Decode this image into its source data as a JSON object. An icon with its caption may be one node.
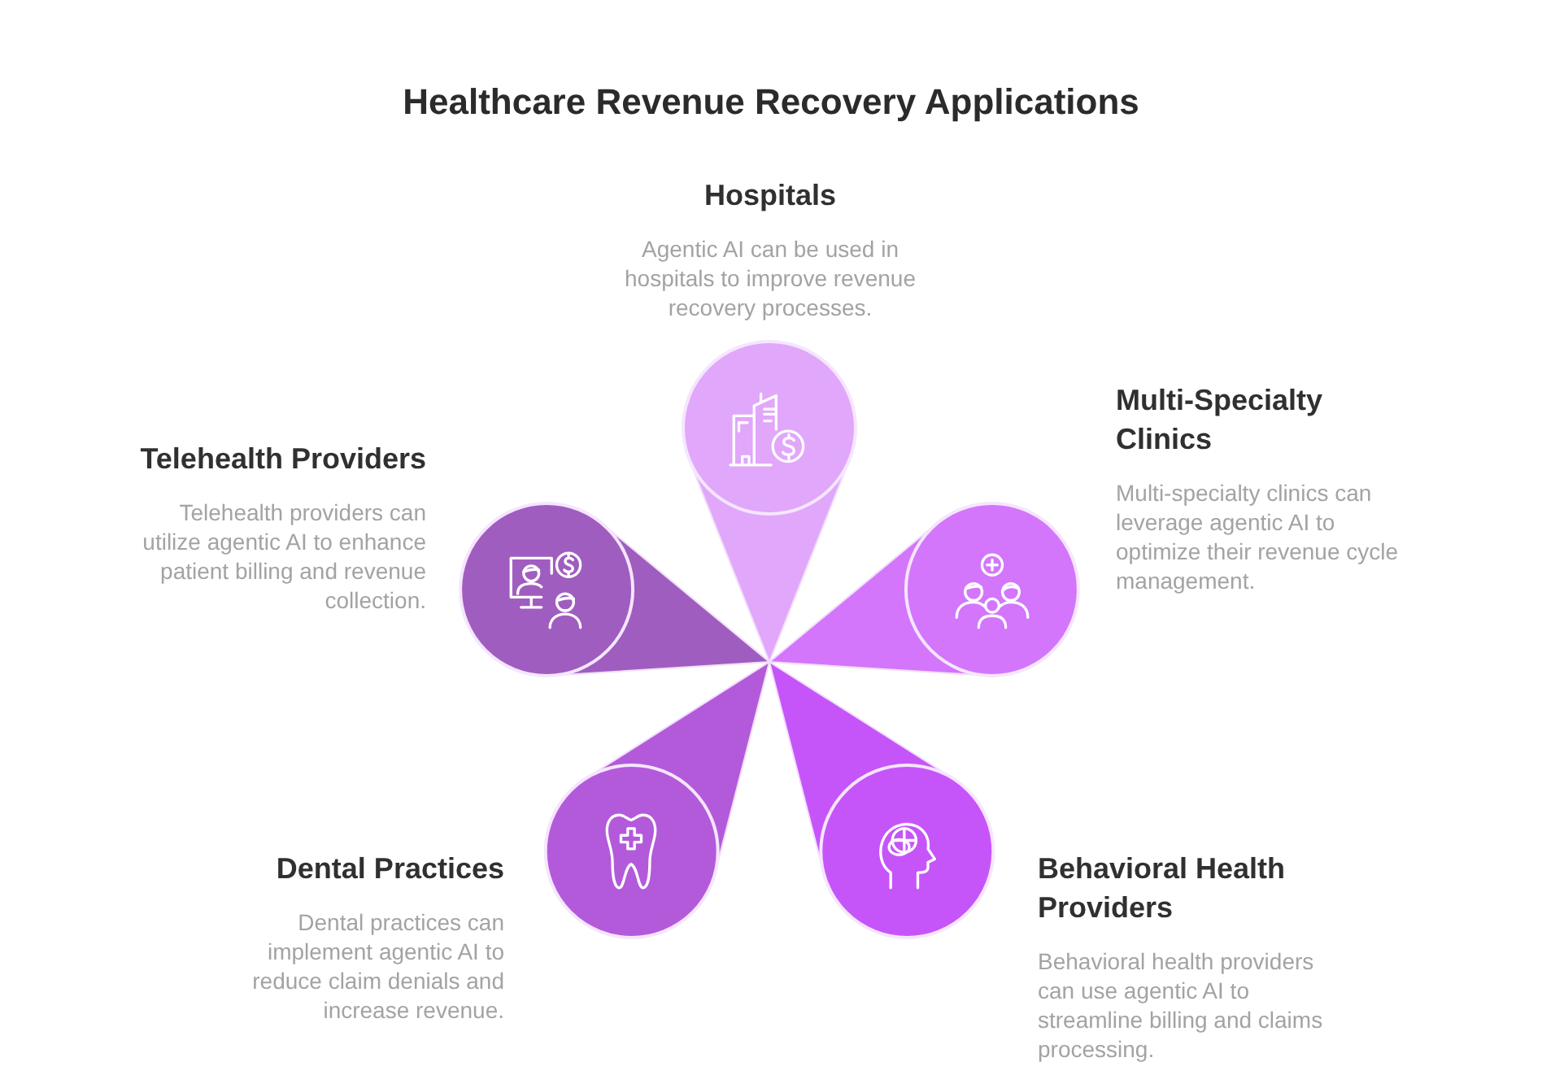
{
  "diagram": {
    "title": "Healthcare Revenue Recovery Applications",
    "nodes": [
      {
        "text": [
          "Hospitals",
          "Agentic AI can be used in hospitals to improve revenue recovery processes."
        ]
      },
      {
        "text": [
          "Multi-Specialty Clinics",
          "Multi-specialty clinics can leverage agentic AI to optimize their revenue cycle management."
        ]
      },
      {
        "text": [
          "Behavioral Health Providers",
          "Behavioral health providers can use agentic AI to streamline billing and claims processing."
        ]
      },
      {
        "text": [
          "Dental Practices",
          "Dental practices can implement agentic AI to reduce claim denials and increase revenue."
        ]
      },
      {
        "text": [
          "Telehealth Providers",
          "Telehealth providers can utilize agentic AI to enhance patient billing and revenue collection."
        ]
      }
    ]
  }
}
